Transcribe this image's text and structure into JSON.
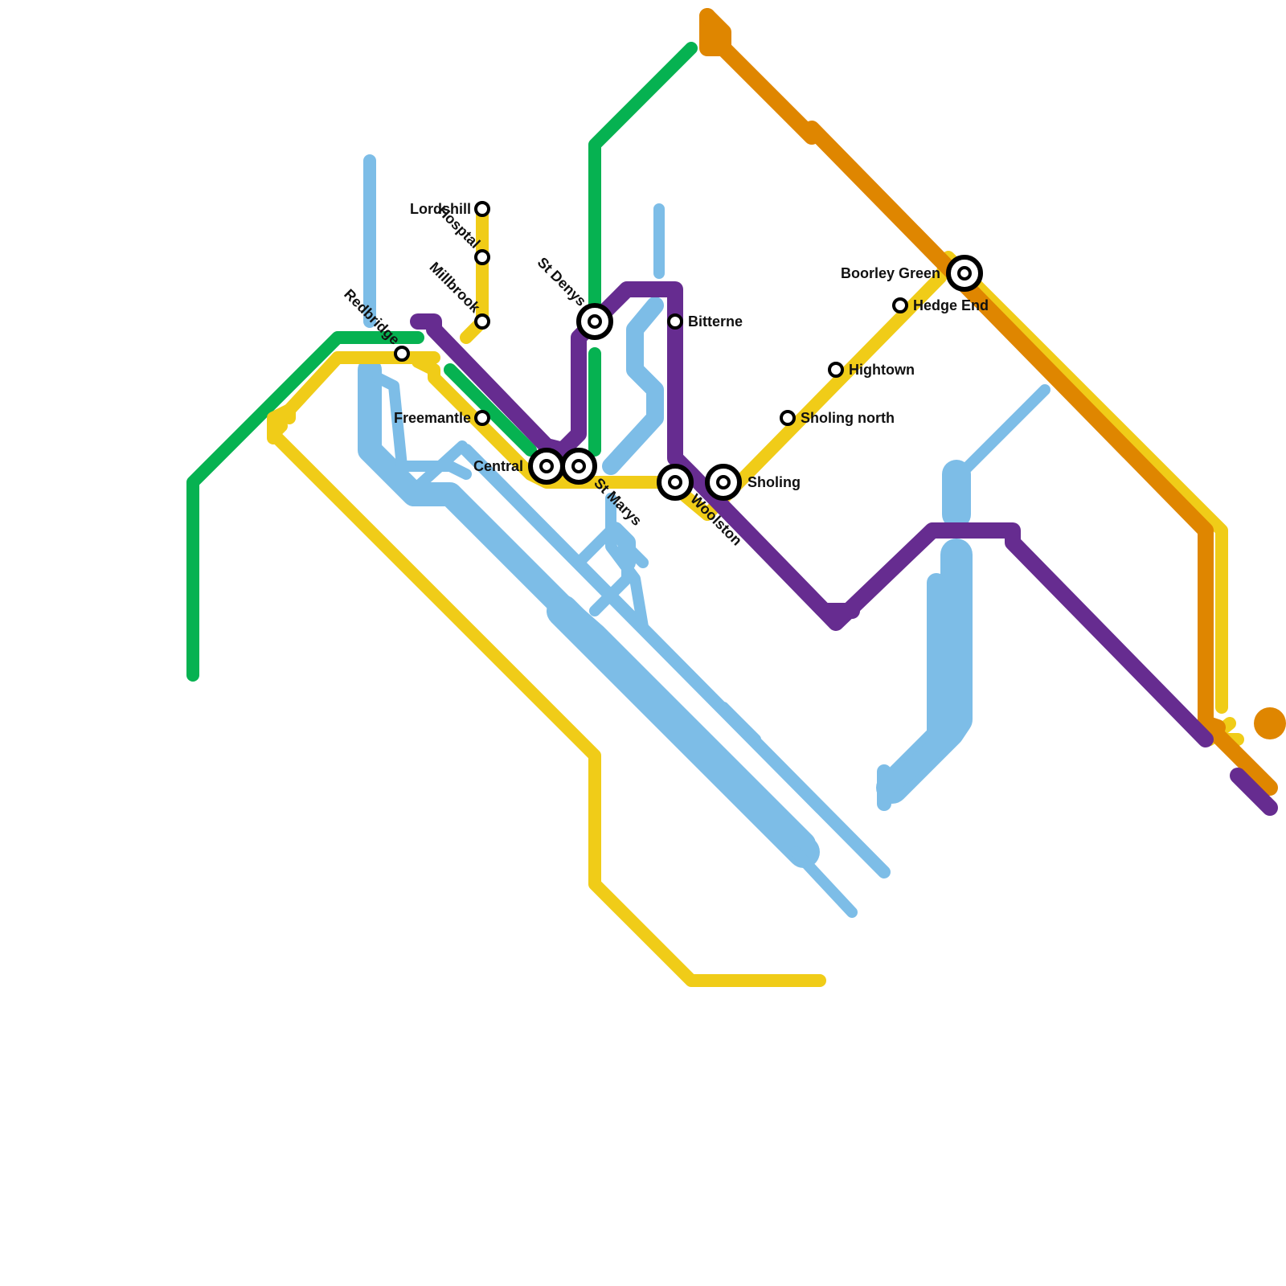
{
  "colors": {
    "green": "#06b251",
    "yellow": "#f0cc18",
    "purple": "#662c90",
    "orange": "#df8600",
    "light_blue": "#7dbde7",
    "station_outline": "#000000",
    "station_fill": "#ffffff"
  },
  "stations": {
    "lordshill": "Lordshill",
    "hosptal": "Hosptal",
    "millbrook": "Millbrook",
    "redbridge": "Redbridge",
    "freemantle": "Freemantle",
    "central": "Central",
    "st_marys": "St Marys",
    "st_denys": "St Denys",
    "bitterne": "Bitterne",
    "woolston": "Woolston",
    "sholing": "Sholing",
    "sholing_north": "Sholing north",
    "hightown": "Hightown",
    "hedge_end": "Hedge End",
    "boorley_green": "Boorley Green"
  }
}
